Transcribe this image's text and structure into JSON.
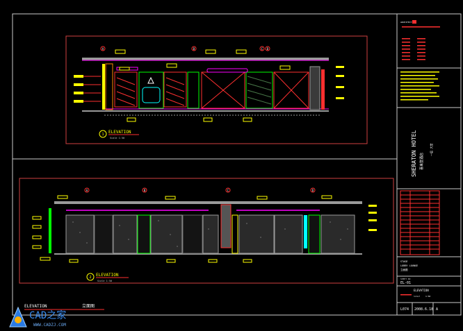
{
  "drawing": {
    "upper_view": {
      "marker": "1",
      "title": "ELEVATION",
      "scale": "Scale 1:50"
    },
    "lower_view": {
      "marker": "2",
      "title": "ELEVATION",
      "scale": "Scale 1:50"
    },
    "grid_markers_upper": [
      "A",
      "B",
      "C",
      "D"
    ],
    "grid_markers_lower": [
      "A",
      "B",
      "C",
      "D"
    ],
    "bottom_left_label": "ELEVATION",
    "bottom_left_label_cn": "立面图"
  },
  "title_block": {
    "brand": "ARCHITECT",
    "project_en": "SHERATON HOTEL",
    "project_cn": "喜来登酒店",
    "floor_cn": "一层 大堂",
    "section_cn": "立面图",
    "stage_label": "STAGE",
    "lobby_label": "LOBBY LOUNGE",
    "sheet_title": "ELEVATION",
    "sheet_no_label": "SHEET NO",
    "sheet_no": "EL-01",
    "scale_label": "SCALE",
    "scale_value": "1:50",
    "code": "L074",
    "date": "2008.6.18",
    "rev": "A"
  },
  "watermark": {
    "cn": "CAD之家",
    "url": "WWW.CADZJ.COM"
  },
  "colors": {
    "frame": "#cccccc",
    "sheet_border": "#d04040",
    "red": "#ff2020",
    "yellow": "#ffff00",
    "green": "#00ff00",
    "cyan": "#00ffff",
    "magenta": "#ff00ff",
    "grey": "#9a9a9a"
  }
}
